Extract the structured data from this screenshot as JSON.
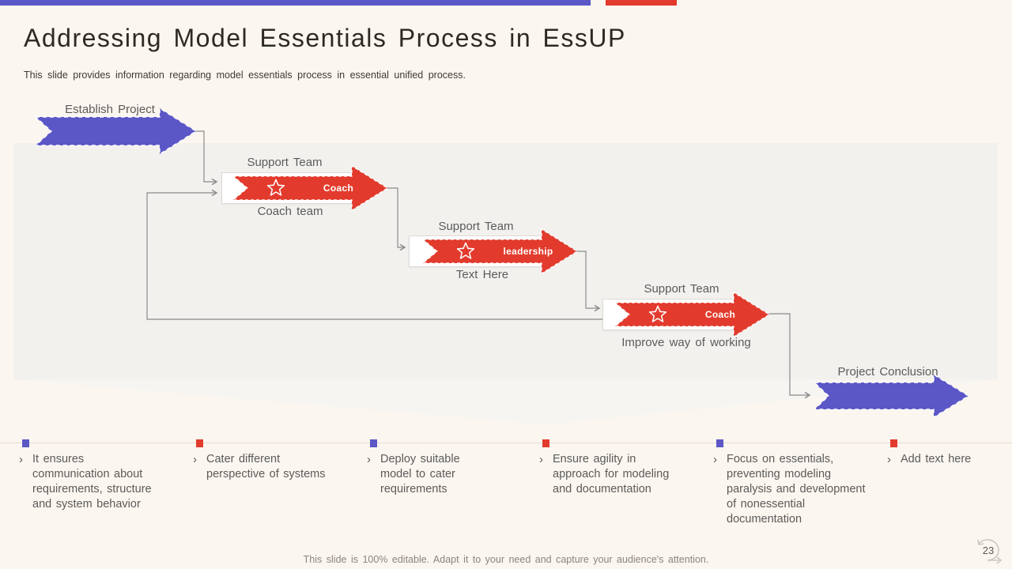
{
  "slide": {
    "title": "Addressing Model Essentials Process in EssUP",
    "subtitle": "This slide provides information regarding model essentials process in essential unified process.",
    "footer": "This slide is 100% editable. Adapt it to your need and capture your audience's attention.",
    "page_number": "23"
  },
  "colors": {
    "accent_blue": "#5B57C7",
    "accent_red": "#E23B2D",
    "connector_gray": "#8A8A8A",
    "band_gray": "#F2F1EE",
    "wedge_gray": "#F6F5F2"
  },
  "icons": {
    "bullet_chevron": "›",
    "star": "☆"
  },
  "diagram": {
    "start_arrow": {
      "label": "Establish Project"
    },
    "end_arrow": {
      "label": "Project Conclusion"
    },
    "steps": [
      {
        "top_label": "Support Team",
        "arrow_text": "Coach",
        "caption": "Coach team"
      },
      {
        "top_label": "Support Team",
        "arrow_text": "leadership",
        "caption": "Text Here"
      },
      {
        "top_label": "Support Team",
        "arrow_text": "Coach",
        "caption": "Improve way of working"
      }
    ]
  },
  "bullets": [
    {
      "marker_color": "#5B57C7",
      "text": "It ensures\ncommunication about\nrequirements, structure\nand system behavior"
    },
    {
      "marker_color": "#E23B2D",
      "text": "Cater different\nperspective of systems"
    },
    {
      "marker_color": "#5B57C7",
      "text": "Deploy suitable\nmodel to cater\nrequirements"
    },
    {
      "marker_color": "#E23B2D",
      "text": "Ensure agility in\napproach for modeling\nand documentation"
    },
    {
      "marker_color": "#5B57C7",
      "text": "Focus on essentials,\npreventing modeling\nparalysis and development\nof nonessential\ndocumentation"
    },
    {
      "marker_color": "#E23B2D",
      "text": "Add text here"
    }
  ]
}
